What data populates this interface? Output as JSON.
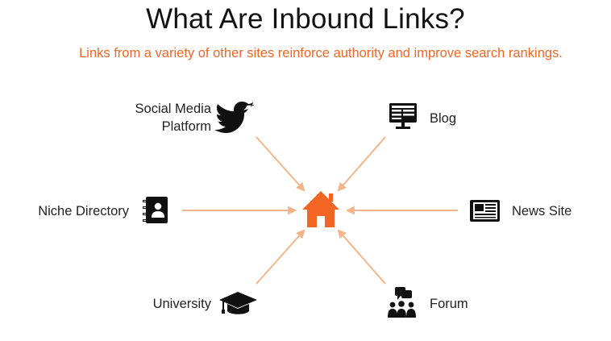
{
  "title": "What Are Inbound Links?",
  "subtitle": "Links from a variety of other sites reinforce authority and improve search rankings.",
  "colors": {
    "accent": "#F26522",
    "arrow": "#F4B48C",
    "icon": "#111111"
  },
  "hub": {
    "icon": "house-icon"
  },
  "sources": {
    "social": {
      "label_line1": "Social Media",
      "label_line2": "Platform",
      "icon": "twitter-bird-icon"
    },
    "blog": {
      "label": "Blog",
      "icon": "monitor-icon"
    },
    "directory": {
      "label": "Niche Directory",
      "icon": "address-book-icon"
    },
    "news": {
      "label": "News Site",
      "icon": "newspaper-icon"
    },
    "university": {
      "label": "University",
      "icon": "graduation-cap-icon"
    },
    "forum": {
      "label": "Forum",
      "icon": "forum-group-icon"
    }
  }
}
